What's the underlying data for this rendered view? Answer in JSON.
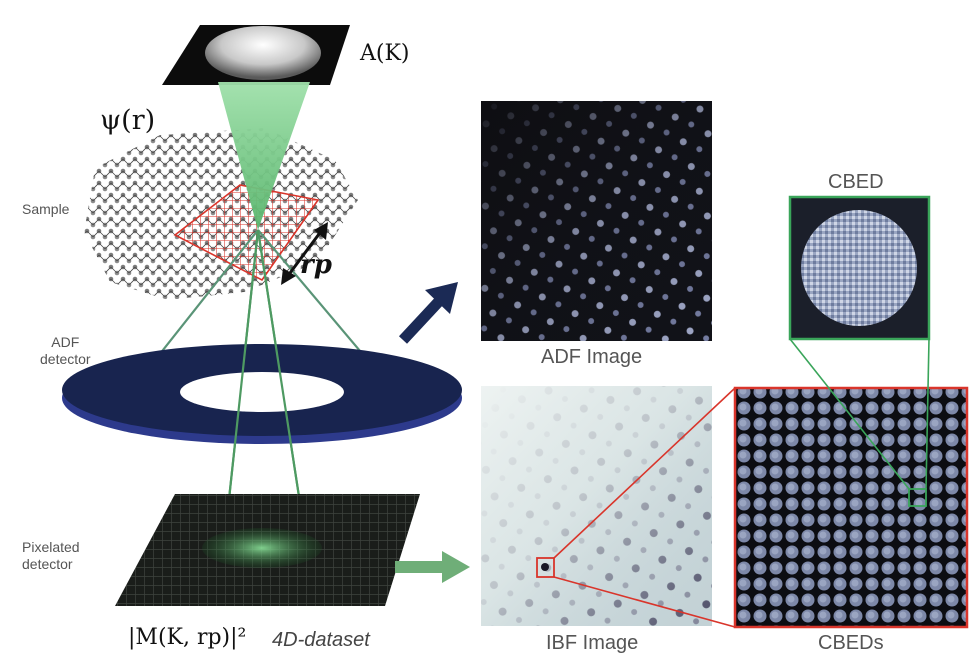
{
  "labels": {
    "aperture_function": "A(K)",
    "wavefunction": "ψ(r)",
    "probe_position": "rp",
    "sample": "Sample",
    "adf_detector": "ADF\ndetector",
    "pixelated_detector": "Pixelated\ndetector",
    "intensity_formula": "|M(K, rp)|²",
    "dataset": "4D-dataset",
    "adf_image": "ADF Image",
    "ibf_image": "IBF Image",
    "cbed": "CBED",
    "cbeds": "CBEDs"
  },
  "colors": {
    "beam": "#7fd08f",
    "detector_ring": "#18244f",
    "red_highlight": "#d9352b",
    "green_highlight": "#3aa55a",
    "arrow_navy": "#1b2a55",
    "arrow_green": "#6fae78"
  }
}
